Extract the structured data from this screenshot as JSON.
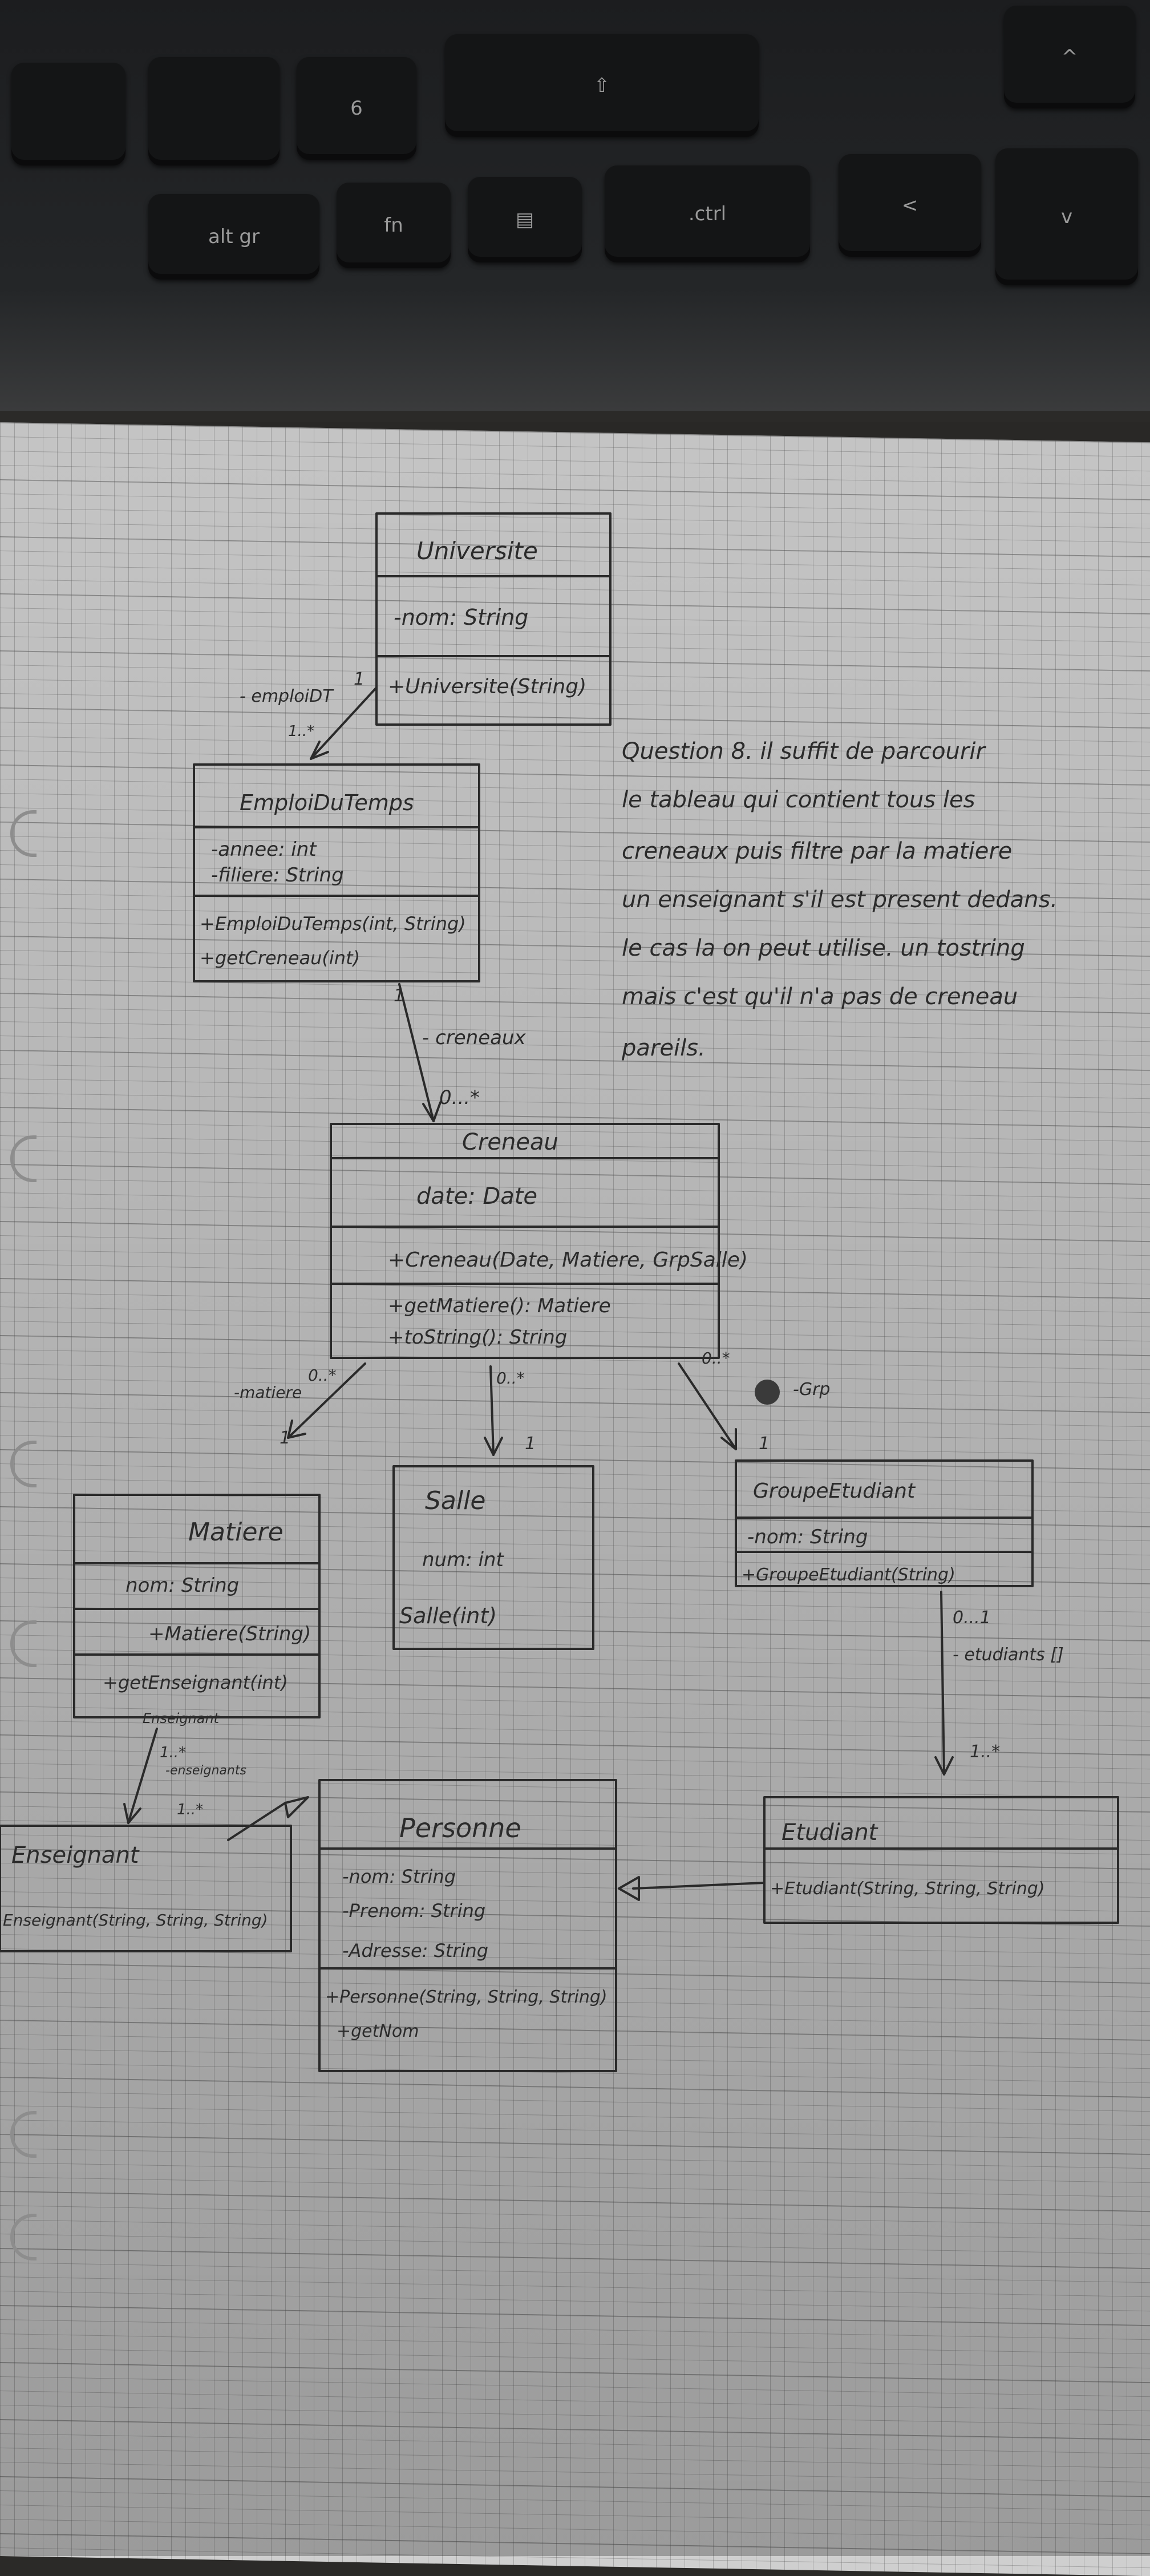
{
  "keyboard": {
    "keys": [
      {
        "name": "key-altgr",
        "label": "alt gr"
      },
      {
        "name": "key-fn",
        "label": "fn"
      },
      {
        "name": "key-menu",
        "label": "▤"
      },
      {
        "name": "key-ctrl",
        "label": ".ctrl"
      },
      {
        "name": "key-left",
        "label": "<"
      },
      {
        "name": "key-down",
        "label": "v"
      },
      {
        "name": "key-up",
        "label": "^"
      },
      {
        "name": "key-shift",
        "label": "⇧"
      },
      {
        "name": "key-6",
        "label": "6"
      }
    ]
  },
  "classes": {
    "universite": {
      "name": "Universite",
      "attrs": [
        "-nom: String"
      ],
      "methods": [
        "+Universite(String)"
      ]
    },
    "emploiDuTemps": {
      "name": "EmploiDuTemps",
      "attrs": [
        "-annee: int",
        "-filiere: String"
      ],
      "methods": [
        "+EmploiDuTemps(int, String)",
        "+getCreneau(int)"
      ]
    },
    "creneau": {
      "name": "Creneau",
      "attrs": [
        "date: Date"
      ],
      "methods": [
        "+Creneau(Date, Matiere, GrpSalle)",
        "+getMatiere(): Matiere",
        "+toString(): String"
      ]
    },
    "matiere": {
      "name": "Matiere",
      "attrs": [
        "nom: String"
      ],
      "methods": [
        "+Matiere(String)",
        "+getEnseignant(int)"
      ]
    },
    "salle": {
      "name": "Salle",
      "attrs": [
        "num: int"
      ],
      "methods": [
        "Salle(int)"
      ]
    },
    "groupeEtudiant": {
      "name": "GroupeEtudiant",
      "attrs": [
        "-nom: String"
      ],
      "methods": [
        "+GroupeEtudiant(String)"
      ]
    },
    "enseignant": {
      "name": "Enseignant",
      "attrs": [],
      "methods": [
        "Enseignant(String, String, String)"
      ]
    },
    "personne": {
      "name": "Personne",
      "attrs": [
        "-nom: String",
        "-Prenom: String",
        "-Adresse: String"
      ],
      "methods": [
        "+Personne(String, String, String)",
        "+getNom"
      ]
    },
    "etudiant": {
      "name": "Etudiant",
      "attrs": [],
      "methods": [
        "+Etudiant(String, String, String)"
      ]
    }
  },
  "labels": {
    "empDT": "- emploiDT",
    "empDT_mult": "1",
    "empDT_mult2": "1..*",
    "creneaux": "- creneaux",
    "creneaux_mult": "0...*",
    "creneau_top_mult": "1",
    "matiere_role": "-matiere",
    "matiere_mult_a": "0..*",
    "matiere_mult_b": "1",
    "salle_mult_a": "0..*",
    "salle_mult_b": "1",
    "grp_mult_a": "0..*",
    "grp_role": "-Grp",
    "grp_mult_b": "1",
    "enseignant_role": "Enseignant",
    "enseignant_mult_a": "1..*",
    "enseignant_role2": "-enseignants",
    "enseignant_mult_b": "1..*",
    "etudiants_mult_a": "0...1",
    "etudiants_role": "- etudiants []",
    "etudiants_mult_b": "1..*"
  },
  "note": {
    "lines": [
      "Question 8. il suffit de parcourir",
      "le tableau qui contient tous les",
      "creneaux puis filtre par la matiere",
      "un enseignant s'il est present dedans.",
      "le cas la on peut utilise. un tostring",
      "mais c'est qu'il n'a pas de creneau",
      "pareils."
    ]
  }
}
